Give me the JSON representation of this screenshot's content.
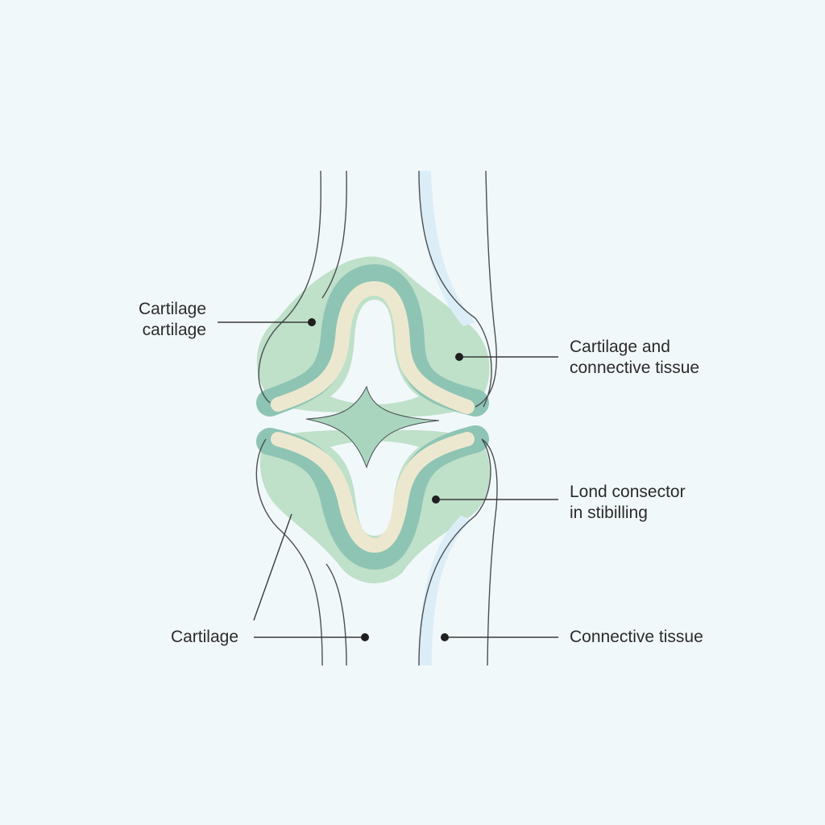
{
  "labels": {
    "upper_left": {
      "line1": "Cartilage",
      "line2": "cartilage"
    },
    "upper_right": {
      "line1": "Cartilage and",
      "line2": "connective tissue"
    },
    "middle_right": {
      "line1": "Lond consector",
      "line2": "in stibilling"
    },
    "lower_left": {
      "line1": "Cartilage"
    },
    "lower_right": {
      "line1": "Connective tissue"
    }
  },
  "colors": {
    "background": "#f1f8fa",
    "tissue_green": "#bfe0c9",
    "cartilage_teal": "#8ec4b4",
    "bone_cream": "#ece8cf",
    "outline": "#4a4f52",
    "vessel_blue": "#dbeef7"
  }
}
